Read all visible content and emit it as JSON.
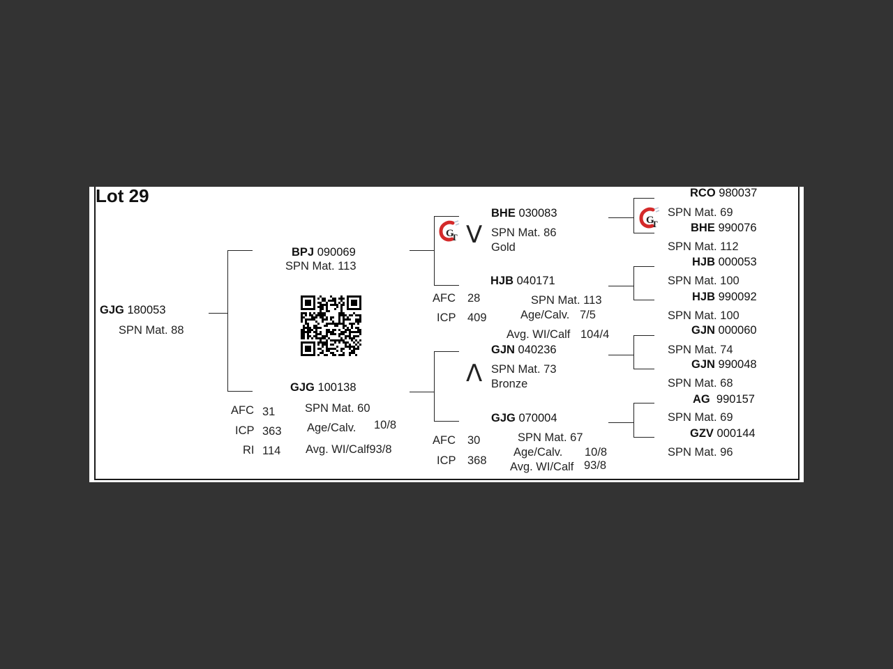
{
  "title": "Lot 29",
  "subject": {
    "id_prefix": "GJG",
    "id_num": "180053",
    "spn": "SPN Mat. 88"
  },
  "sire": {
    "id_prefix": "BPJ",
    "id_num": "090069",
    "spn": "SPN Mat. 113"
  },
  "dam": {
    "id_prefix": "GJG",
    "id_num": "100138",
    "spn": "SPN Mat. 60",
    "stats": {
      "afc_label": "AFC",
      "afc": "31",
      "icp_label": "ICP",
      "icp": "363",
      "ri_label": "RI",
      "ri": "114",
      "age_calv_label": "Age/Calv.",
      "age_calv": "10/8",
      "avg_wi_label": "Avg. WI/Calf",
      "avg_wi": "93/8"
    }
  },
  "sire_sire": {
    "id_prefix": "BHE",
    "id_num": "030083",
    "spn": "SPN Mat. 86",
    "award": "Gold",
    "symbol": "V",
    "logo": "GT"
  },
  "sire_dam": {
    "id_prefix": "HJB",
    "id_num": "040171",
    "stats": {
      "afc_label": "AFC",
      "afc": "28",
      "icp_label": "ICP",
      "icp": "409",
      "spn": "SPN Mat. 113",
      "age_calv_label": "Age/Calv.",
      "age_calv": "7/5",
      "avg_wi_label": "Avg. WI/Calf",
      "avg_wi": "104/4"
    }
  },
  "dam_sire": {
    "id_prefix": "GJN",
    "id_num": "040236",
    "spn": "SPN Mat. 73",
    "award": "Bronze",
    "symbol": "Λ"
  },
  "dam_dam": {
    "id_prefix": "GJG",
    "id_num": "070004",
    "stats": {
      "afc_label": "AFC",
      "afc": "30",
      "icp_label": "ICP",
      "icp": "368",
      "spn": "SPN Mat. 67",
      "age_calv_label": "Age/Calv.",
      "age_calv": "10/8",
      "avg_wi_label": "Avg. WI/Calf",
      "avg_wi": "93/8"
    }
  },
  "gen3": [
    {
      "id_prefix": "RCO",
      "id_num": "980037",
      "spn": "SPN Mat. 69",
      "logo": "GT"
    },
    {
      "id_prefix": "BHE",
      "id_num": "990076",
      "spn": "SPN Mat. 112"
    },
    {
      "id_prefix": "HJB",
      "id_num": "000053",
      "spn": "SPN Mat. 100"
    },
    {
      "id_prefix": "HJB",
      "id_num": "990092",
      "spn": "SPN Mat. 100"
    },
    {
      "id_prefix": "GJN",
      "id_num": "000060",
      "spn": "SPN Mat. 74"
    },
    {
      "id_prefix": "GJN",
      "id_num": "990048",
      "spn": "SPN Mat. 68"
    },
    {
      "id_prefix": "AG",
      "id_num": "990157",
      "spn": "SPN Mat. 69"
    },
    {
      "id_prefix": "GZV",
      "id_num": "000144",
      "spn": "SPN Mat. 96"
    }
  ],
  "colors": {
    "logo_red": "#d42a2a",
    "background": "#333333",
    "paper": "#ffffff"
  },
  "qr_code": {
    "icon": "qr-code-icon"
  }
}
